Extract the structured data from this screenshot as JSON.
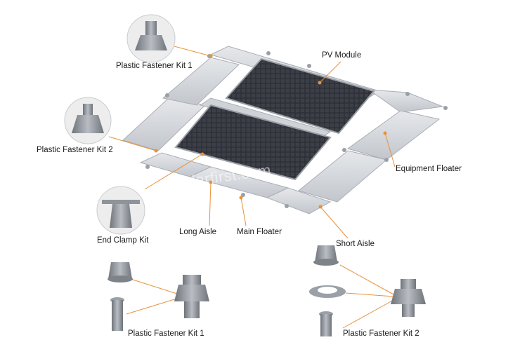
{
  "labels": {
    "plastic_fastener_kit_1_top": "Plastic Fastener Kit 1",
    "plastic_fastener_kit_2_top": "Plastic Fastener Kit 2",
    "pv_module": "PV Module",
    "equipment_floater": "Equipment Floater",
    "end_clamp_kit": "End Clamp Kit",
    "long_aisle": "Long Aisle",
    "main_floater": "Main Floater",
    "short_aisle": "Short Aisle",
    "plastic_fastener_kit_1_bottom": "Plastic Fastener Kit 1",
    "plastic_fastener_kit_2_bottom": "Plastic Fastener Kit 2"
  },
  "watermark": "esolarfirst.com",
  "colors": {
    "leader_line": "#e8913a",
    "floater": "#d9dce0",
    "floater_shadow": "#a9aeb5",
    "panel": "#2a2c31",
    "metal": "#8f949b"
  }
}
